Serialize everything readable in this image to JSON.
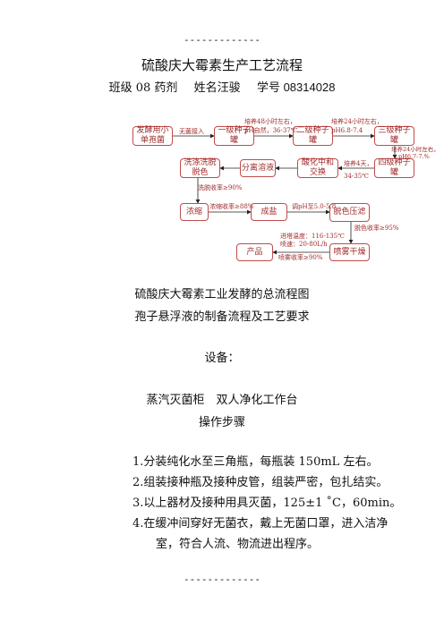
{
  "rules": {
    "top": "-------------",
    "bottom": "-------------"
  },
  "title": "硫酸庆大霉素生产工艺流程",
  "info": {
    "class": "班级 08 药剂",
    "name": "姓名汪骏",
    "student_id": "学号 08314028"
  },
  "flowchart": {
    "nodes": {
      "spore": "发酵用小单孢菌",
      "seed1": "一级种子罐",
      "seed2": "二级种子罐",
      "seed3": "三级种子罐",
      "seed4": "四级种子罐",
      "acid": "酸化中和交换",
      "separate": "分离溶液",
      "wash": "洗涤洗脱脱色",
      "concentrate": "浓缩",
      "salt": "成盐",
      "decolor": "脱色压滤",
      "spray": "喷雾干燥",
      "product": "产品"
    },
    "labels": {
      "inoculate": "无菌接入",
      "seed1_cond_a": "培养48小时左右，",
      "seed1_cond_b": "pH自然，36-37℃",
      "seed2_cond_a": "培养24小时左右，",
      "seed2_cond_b": "pH6.8-7.4",
      "seed3_cond_a": "培养24小时左右，",
      "seed3_cond_b": "pH6.7-7.%",
      "seed4_cond_a": "培养4天，",
      "seed4_cond_b": "34-35℃",
      "wash_yield": "洗脱收率≥90%",
      "conc_yield": "浓缩收率≥88%",
      "salt_cond": "调pH至5.0-5.8",
      "decolor_yield": "脱色收率≥95%",
      "spray_temp": "进塔温度：116-135℃",
      "spray_speed": "喷速：20-80L/h",
      "spray_yield": "喷雾收率≥90%"
    }
  },
  "captions": {
    "overall": "硫酸庆大霉素工业发酵的总流程图",
    "spore_prep": "孢子悬浮液的制备流程及工艺要求"
  },
  "equipment_heading": "设备：",
  "equipment": "蒸汽灭菌柜　双人净化工作台",
  "steps_heading": "操作步骤",
  "steps": [
    "1.分装纯化水至三角瓶，每瓶装 150mL 左右。",
    "2.组装接种瓶及接种皮管，组装严密，包扎结实。",
    "3.以上器材及接种用具灭菌，125±1 ˚C，60min。",
    "4.在缓冲间穿好无菌衣，戴上无菌口罩，进入洁净",
    "室，符合人流、物流进出程序。"
  ]
}
